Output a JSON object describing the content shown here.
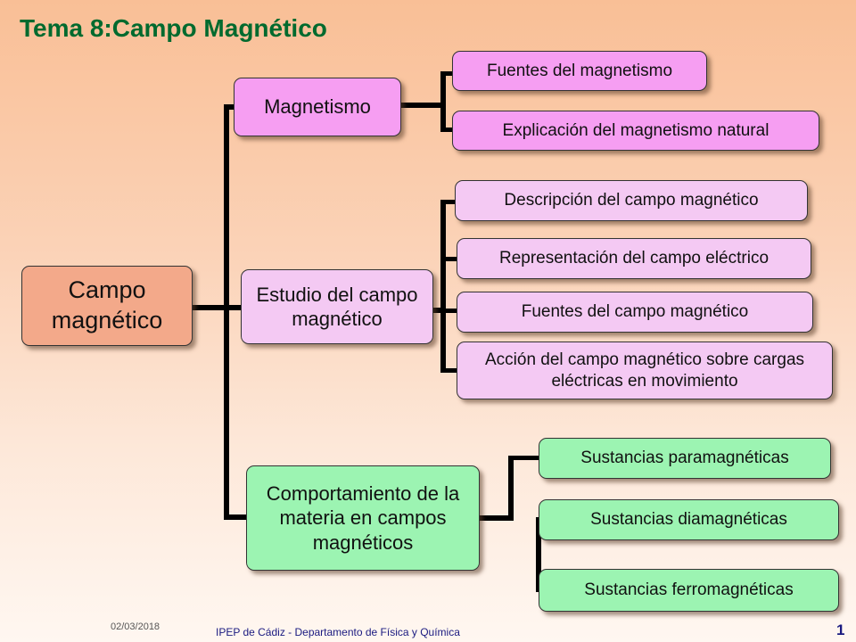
{
  "title": "Tema 8:Campo Magnético",
  "root": "Campo magnético",
  "branches": [
    {
      "label": "Magnetismo",
      "children": [
        "Fuentes del magnetismo",
        "Explicación del magnetismo natural"
      ]
    },
    {
      "label": "Estudio del campo magnético",
      "children": [
        "Descripción del campo magnético",
        "Representación del campo eléctrico",
        "Fuentes del campo magnético",
        "Acción del campo magnético sobre cargas eléctricas en movimiento"
      ]
    },
    {
      "label": "Comportamiento de la materia en campos magnéticos",
      "children": [
        "Sustancias paramagnéticas",
        "Sustancias diamagnéticas",
        "Sustancias ferromagnéticas"
      ]
    }
  ],
  "footer": {
    "date": "02/03/2018",
    "institution": "IPEP de Cádiz - Departamento de Física y Química",
    "page": "1"
  },
  "colors": {
    "title": "#006a2e",
    "root": "#f3a98a",
    "branch_magnetismo": "#f69ef2",
    "leaf_magnetismo": "#f69ef2",
    "branch_estudio": "#f4c9f3",
    "leaf_estudio": "#f4c9f3",
    "branch_materia": "#9cf4b2",
    "leaf_materia": "#9cf4b2"
  }
}
